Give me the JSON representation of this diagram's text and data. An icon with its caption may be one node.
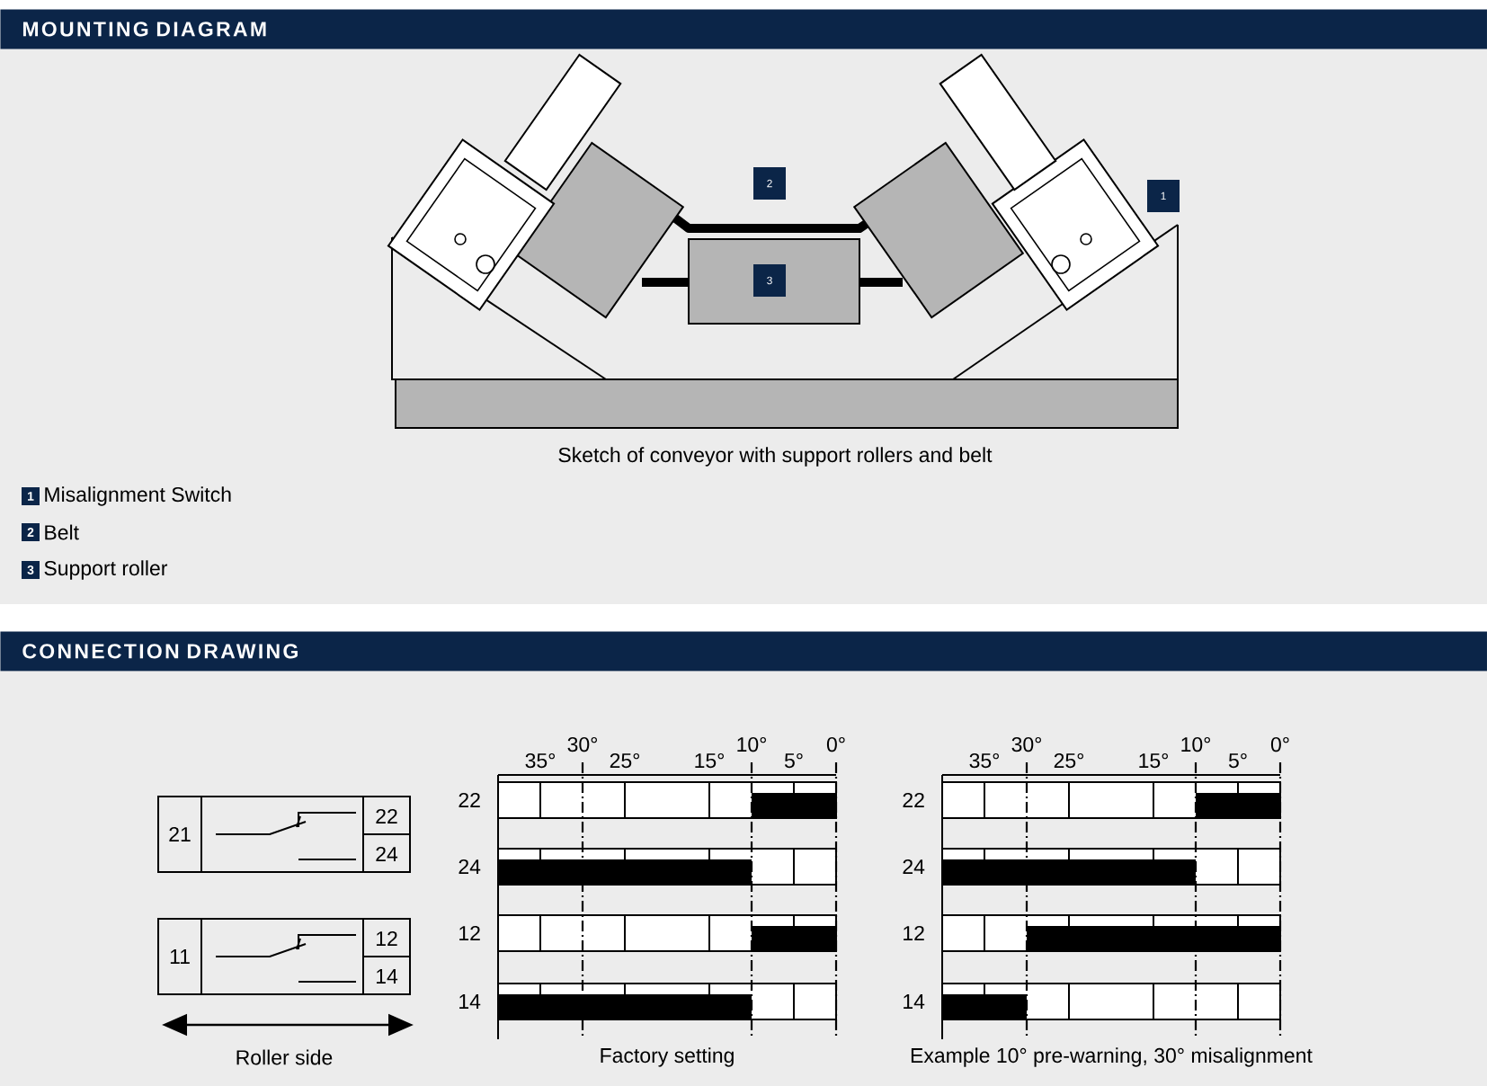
{
  "diagram": {
    "nodes": [
      {
        "text": [
          "2"
        ]
      },
      {
        "text": [
          "1"
        ]
      },
      {
        "text": [
          "3"
        ]
      },
      {
        "text": [
          "1"
        ],
        "beside": [
          "Misalignment Switch"
        ]
      },
      {
        "text": [
          "2"
        ],
        "beside": [
          "Belt"
        ]
      },
      {
        "text": [
          "3"
        ],
        "beside": [
          "Support roller"
        ]
      },
      {
        "text": [
          "21",
          "22",
          "24"
        ]
      },
      {
        "text": [
          "11",
          "12",
          "14"
        ]
      }
    ],
    "labels": [
      "MOUNTING DIAGRAM",
      "Sketch of conveyor with support rollers and belt",
      "CONNECTION DRAWING",
      "Roller side",
      "35°",
      "30°",
      "25°",
      "15°",
      "10°",
      "5°",
      "0°",
      "22",
      "24",
      "12",
      "14",
      "Factory setting",
      "35°",
      "30°",
      "25°",
      "15°",
      "10°",
      "5°",
      "0°",
      "22",
      "24",
      "12",
      "14",
      "Example 10° pre-warning, 30° misalignment"
    ]
  }
}
